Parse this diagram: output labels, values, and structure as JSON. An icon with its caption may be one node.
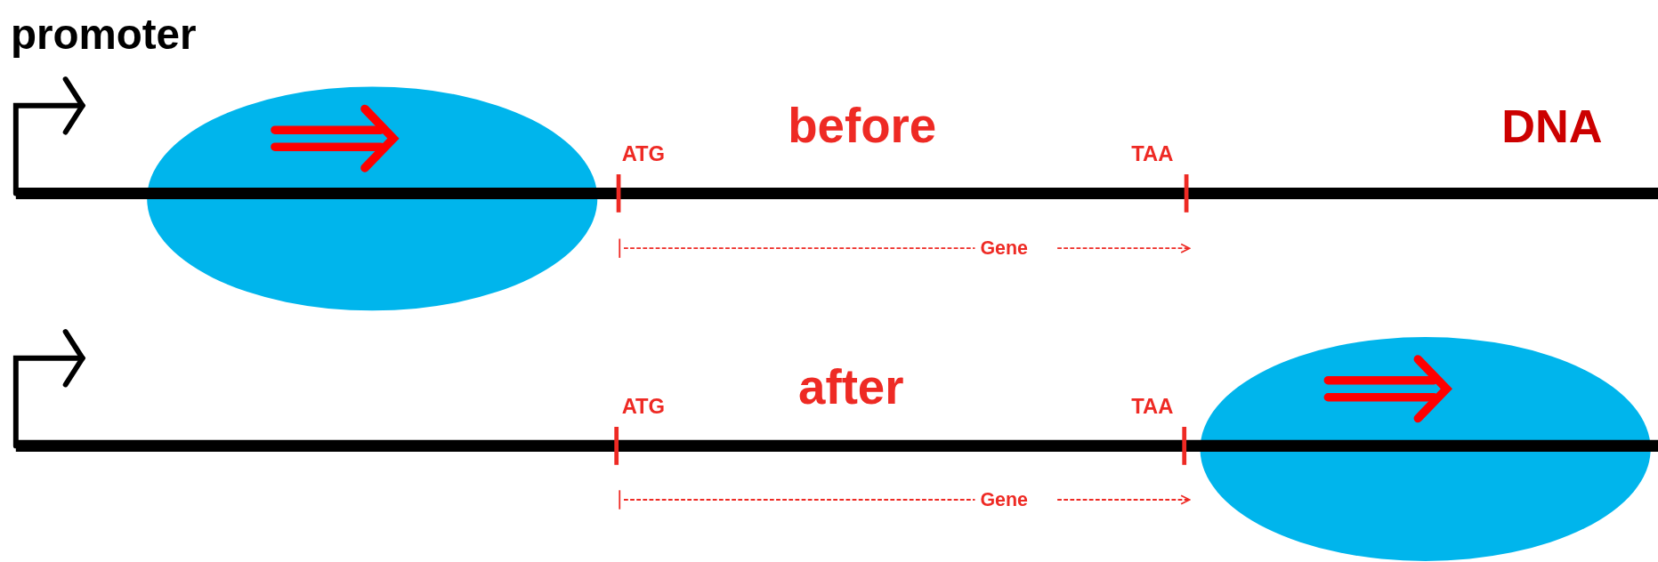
{
  "diagram": {
    "labels": [
      "promoter",
      "before",
      "DNA",
      "ATG",
      "TAA",
      "Gene",
      "after",
      "ATG",
      "TAA",
      "Gene"
    ]
  }
}
